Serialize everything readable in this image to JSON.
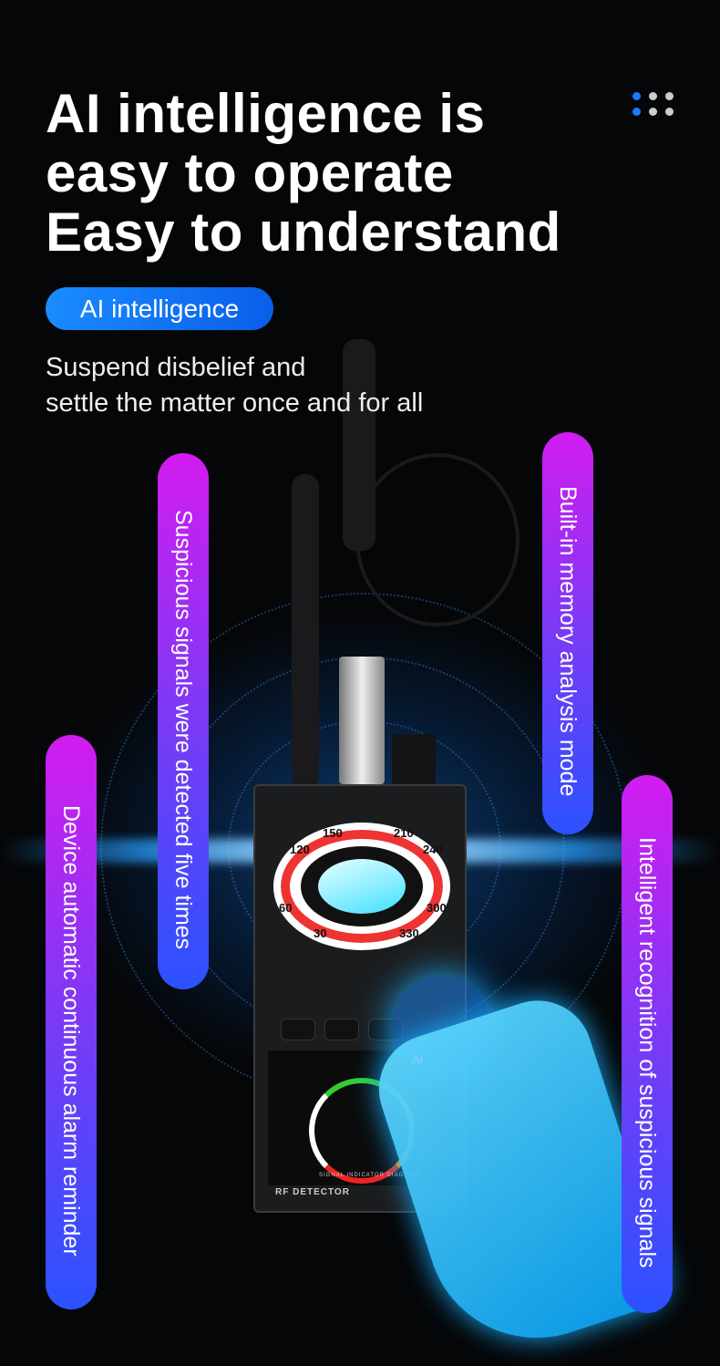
{
  "header": {
    "title_lines": [
      "AI intelligence is",
      "easy to operate",
      "Easy to understand"
    ],
    "tag": "AI intelligence",
    "subtitle_lines": [
      "Suspend disbelief and",
      "settle the matter once and for all"
    ]
  },
  "features": [
    "Suspicious signals were detected five times",
    "Built-in memory analysis mode",
    "Device automatic continuous alarm reminder",
    "Intelligent recognition of suspicious signals"
  ],
  "device": {
    "dial_numbers": [
      "150",
      "210",
      "120",
      "240",
      "60",
      "300",
      "30",
      "330"
    ],
    "screen_ai_label": "AI",
    "screen_caption": "SIGNAL INDICATOR DIAGRAM",
    "label": "RF DETECTOR"
  },
  "colors": {
    "accent_blue": "#1a7bff",
    "pill_top": "#d21cf0",
    "pill_bottom": "#2b52ff"
  }
}
